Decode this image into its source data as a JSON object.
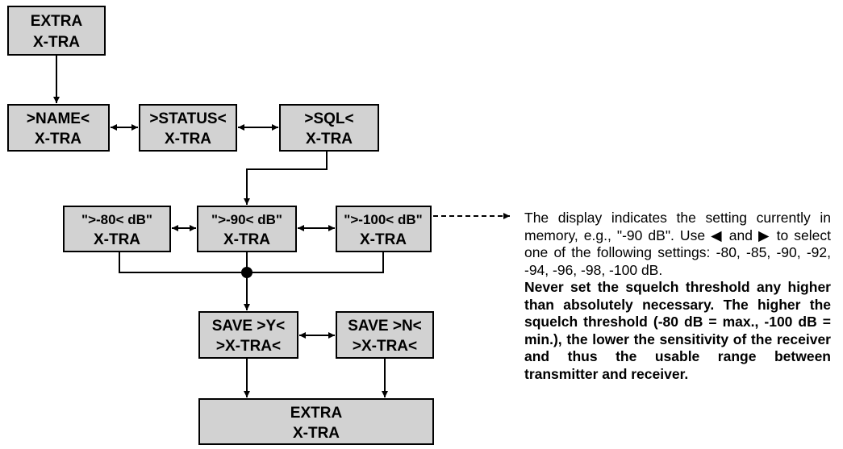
{
  "boxes": {
    "extra_top": {
      "line1": "EXTRA",
      "line2": "X-TRA"
    },
    "name": {
      "line1": ">NAME<",
      "line2": "X-TRA"
    },
    "status": {
      "line1": ">STATUS<",
      "line2": "X-TRA"
    },
    "sql": {
      "line1": ">SQL<",
      "line2": "X-TRA"
    },
    "db80": {
      "line1": "\">-80< dB\"",
      "line2": "X-TRA"
    },
    "db90": {
      "line1": "\">-90< dB\"",
      "line2": "X-TRA"
    },
    "db100": {
      "line1": "\">-100< dB\"",
      "line2": "X-TRA"
    },
    "save_y": {
      "line1": "SAVE >Y<",
      "line2": ">X-TRA<"
    },
    "save_n": {
      "line1": "SAVE >N<",
      "line2": ">X-TRA<"
    },
    "extra_bottom": {
      "line1": "EXTRA",
      "line2": "X-TRA"
    }
  },
  "description": {
    "normal": "The display indicates the setting currently in memory, e.g., \"-90 dB\". Use ◀ and ▶ to select one of the following settings: -80, -85, -90, -92, -94, -96, -98, -100 dB.",
    "bold": "Never set the squelch threshold any higher than absolutely necessary. The higher the squelch threshold (-80 dB = max., -100 dB = min.), the lower the sensitivity of the receiver and thus the usable range between transmitter and receiver."
  }
}
